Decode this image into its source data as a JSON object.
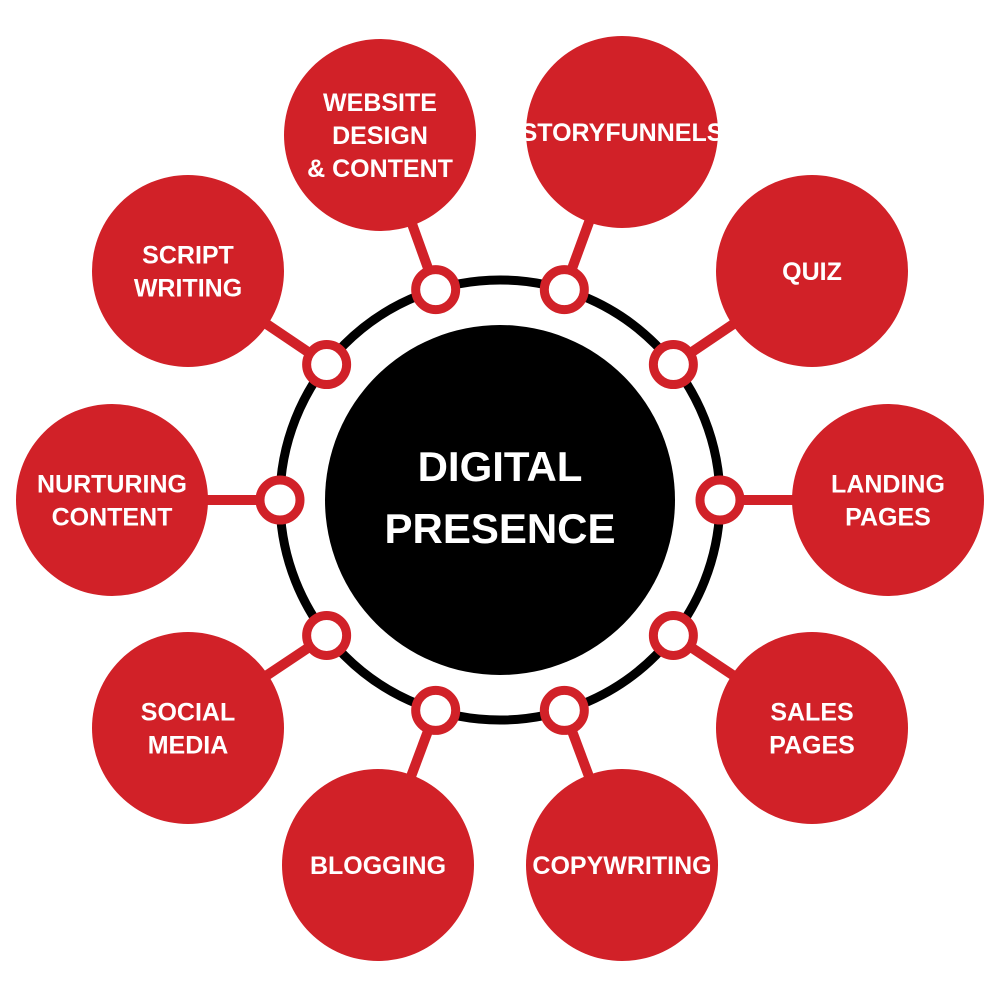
{
  "center": {
    "lines": [
      "DIGITAL",
      "PRESENCE"
    ]
  },
  "colors": {
    "node_fill": "#d12128",
    "center_fill": "#000000",
    "ring": "#000000",
    "connector": "#d12128",
    "background": "#ffffff"
  },
  "nodes": [
    {
      "id": "website-design-content",
      "lines": [
        "WEBSITE",
        "DESIGN",
        "& CONTENT"
      ]
    },
    {
      "id": "storyfunnels",
      "lines": [
        "STORYFUNNELS"
      ]
    },
    {
      "id": "quiz",
      "lines": [
        "QUIZ"
      ]
    },
    {
      "id": "landing-pages",
      "lines": [
        "LANDING",
        "PAGES"
      ]
    },
    {
      "id": "sales-pages",
      "lines": [
        "SALES",
        "PAGES"
      ]
    },
    {
      "id": "copywriting",
      "lines": [
        "COPYWRITING"
      ]
    },
    {
      "id": "blogging",
      "lines": [
        "BLOGGING"
      ]
    },
    {
      "id": "social-media",
      "lines": [
        "SOCIAL",
        "MEDIA"
      ]
    },
    {
      "id": "nurturing-content",
      "lines": [
        "NURTURING",
        "CONTENT"
      ]
    },
    {
      "id": "script-writing",
      "lines": [
        "SCRIPT",
        "WRITING"
      ]
    }
  ]
}
